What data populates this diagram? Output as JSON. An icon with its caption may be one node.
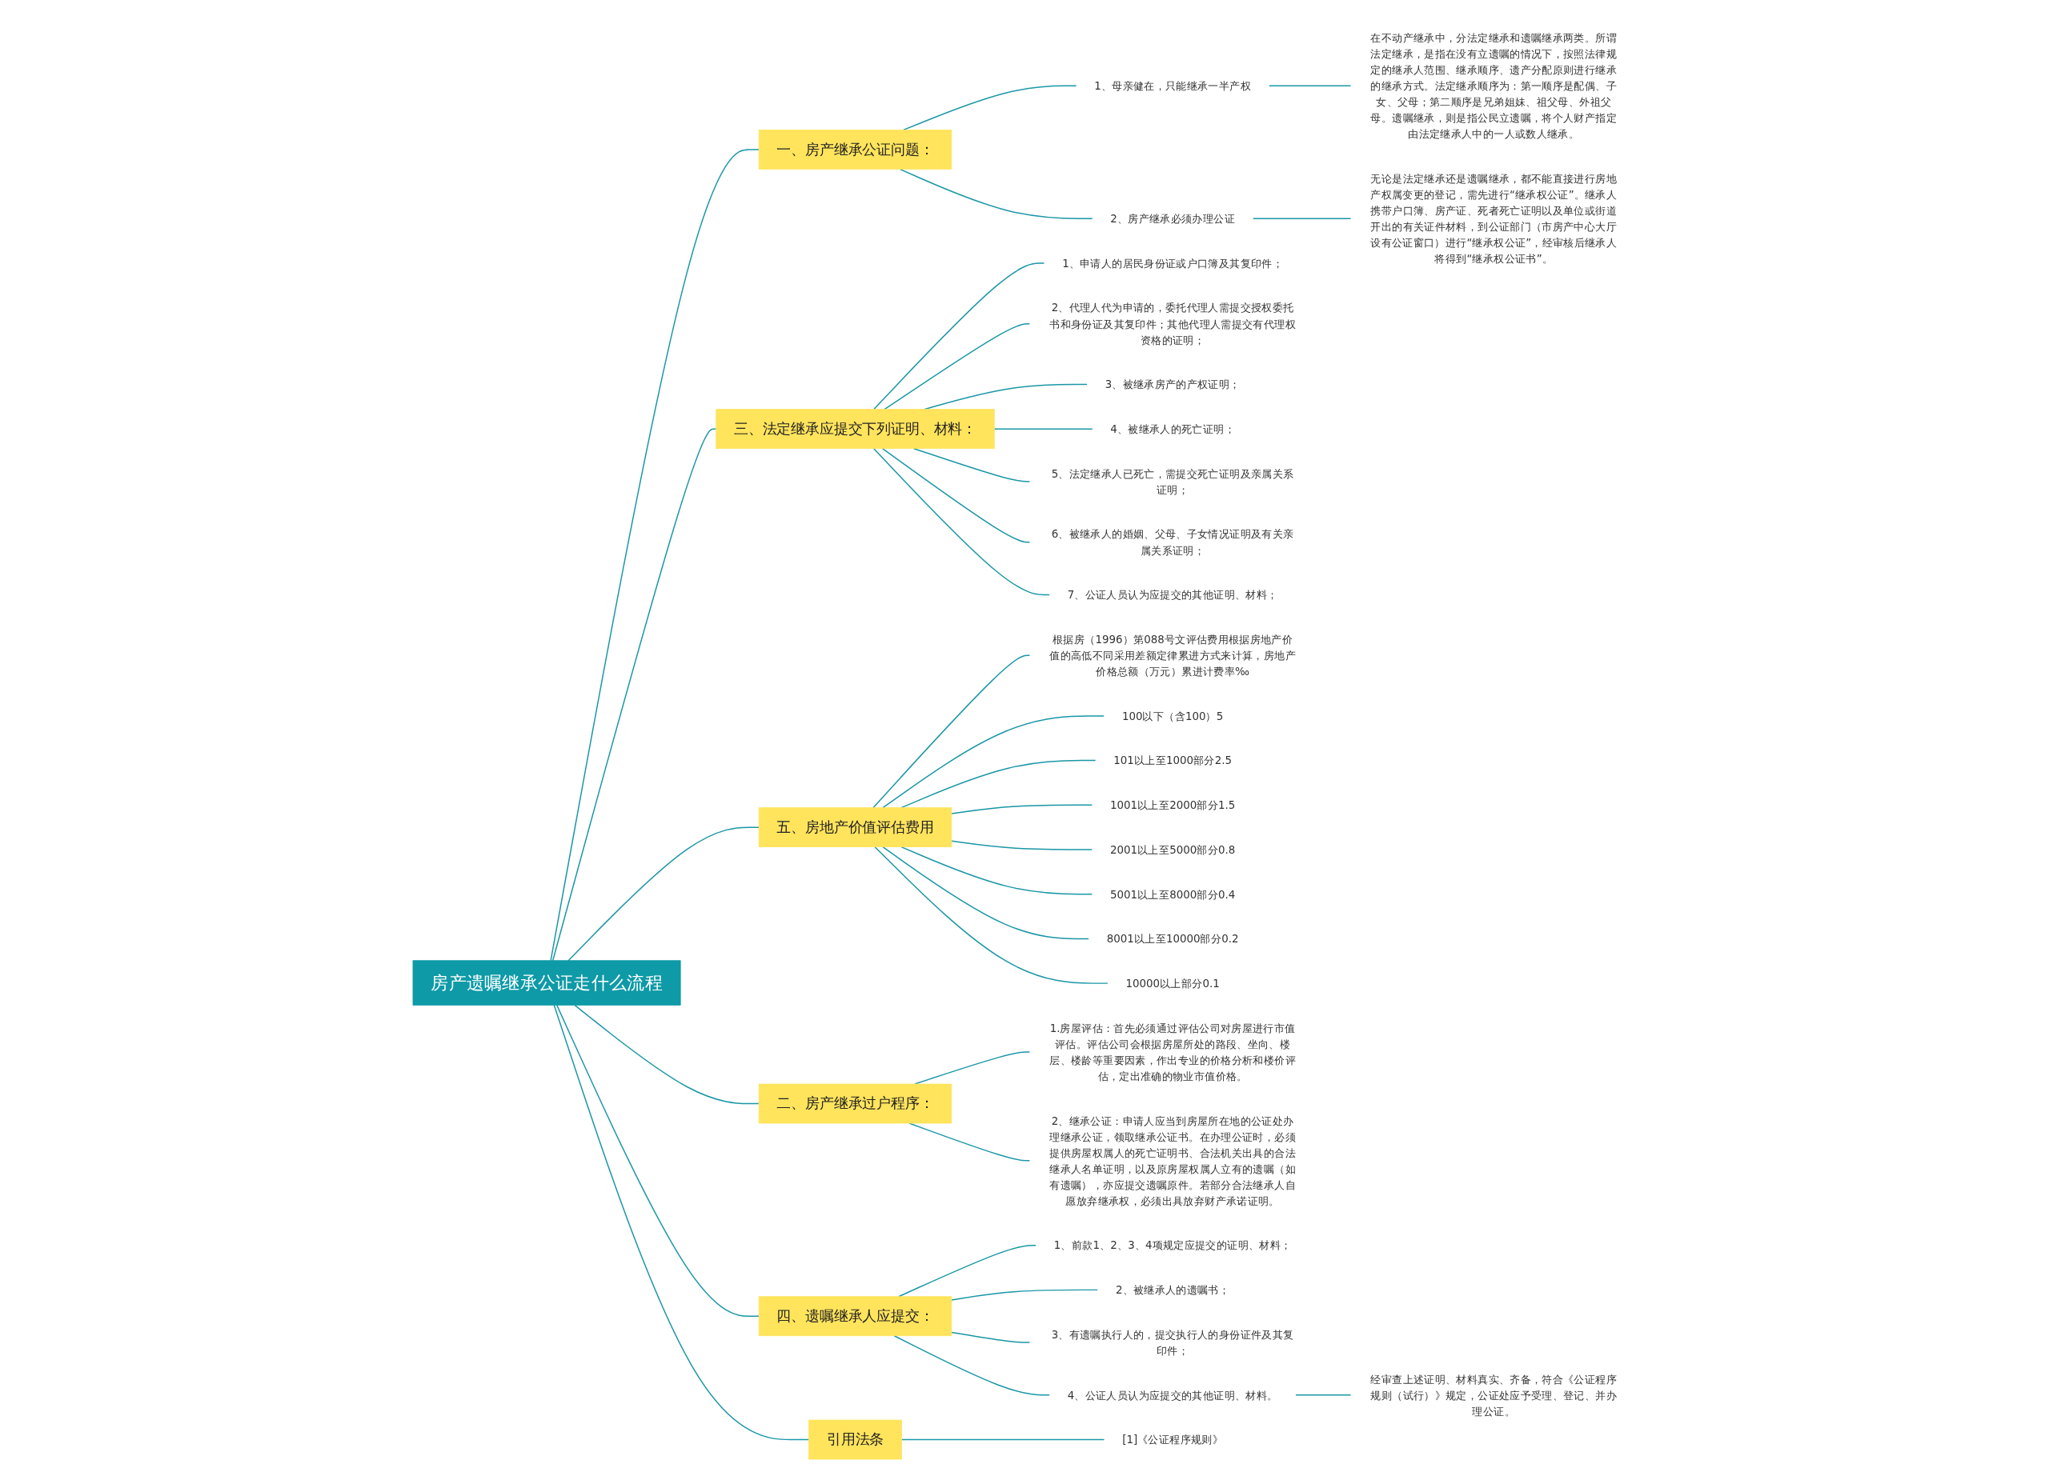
{
  "diagram": {
    "nodes": [
      {
        "text": [
          "房产遗嘱继承公证走什么流程"
        ]
      },
      {
        "text": [
          "一、房产继承公证问题："
        ]
      },
      {
        "text": [
          "1、母亲健在，只能继承一半产权"
        ]
      },
      {
        "text": [
          "在不动产继承中，分法定继承和遗嘱继承两类。所谓法定继承，是指在没有立遗嘱的情况下，按照法律规定的继承人范围、继承顺序、遗产分配原则进行继承的继承方式。法定继承顺序为：第一顺序是配偶、子女、父母；第二顺序是兄弟姐妹、祖父母、外祖父母。遗嘱继承，则是指公民立遗嘱，将个人财产指定由法定继承人中的一人或数人继承。"
        ]
      },
      {
        "text": [
          "2、房产继承必须办理公证"
        ]
      },
      {
        "text": [
          "无论是法定继承还是遗嘱继承，都不能直接进行房地产权属变更的登记，需先进行“继承权公证”。继承人携带户口簿、房产证、死者死亡证明以及单位或街道开出的有关证件材料，到公证部门（市房产中心大厅设有公证窗口）进行“继承权公证”，经审核后继承人将得到“继承权公证书”。"
        ]
      },
      {
        "text": [
          "三、法定继承应提交下列证明、材料："
        ]
      },
      {
        "text": [
          "1、申请人的居民身份证或户口簿及其复印件；"
        ]
      },
      {
        "text": [
          "2、代理人代为申请的，委托代理人需提交授权委托书和身份证及其复印件；其他代理人需提交有代理权资格的证明；"
        ]
      },
      {
        "text": [
          "3、被继承房产的产权证明；"
        ]
      },
      {
        "text": [
          "4、被继承人的死亡证明；"
        ]
      },
      {
        "text": [
          "5、法定继承人已死亡，需提交死亡证明及亲属关系证明；"
        ]
      },
      {
        "text": [
          "6、被继承人的婚姻、父母、子女情况证明及有关亲属关系证明；"
        ]
      },
      {
        "text": [
          "7、公证人员认为应提交的其他证明、材料；"
        ]
      },
      {
        "text": [
          "五、房地产价值评估费用"
        ]
      },
      {
        "text": [
          "根据房（1996）第088号文评估费用根据房地产价值的高低不同采用差额定律累进方式来计算，房地产价格总额（万元）累进计费率‰"
        ]
      },
      {
        "text": [
          "100以下（含100）5"
        ]
      },
      {
        "text": [
          "101以上至1000部分2.5"
        ]
      },
      {
        "text": [
          "1001以上至2000部分1.5"
        ]
      },
      {
        "text": [
          "2001以上至5000部分0.8"
        ]
      },
      {
        "text": [
          "5001以上至8000部分0.4"
        ]
      },
      {
        "text": [
          "8001以上至10000部分0.2"
        ]
      },
      {
        "text": [
          "10000以上部分0.1"
        ]
      },
      {
        "text": [
          "二、房产继承过户程序："
        ]
      },
      {
        "text": [
          "1.房屋评估：首先必须通过评估公司对房屋进行市值评估。评估公司会根据房屋所处的路段、坐向、楼层、楼龄等重要因素，作出专业的价格分析和楼价评估，定出准确的物业市值价格。"
        ]
      },
      {
        "text": [
          "2、继承公证：申请人应当到房屋所在地的公证处办理继承公证，领取继承公证书。在办理公证时，必须提供房屋权属人的死亡证明书、合法机关出具的合法继承人名单证明，以及原房屋权属人立有的遗嘱（如有遗嘱），亦应提交遗嘱原件。若部分合法继承人自愿放弃继承权，必须出具放弃财产承诺证明。"
        ]
      },
      {
        "text": [
          "四、遗嘱继承人应提交："
        ]
      },
      {
        "text": [
          "1、前款1、2、3、4项规定应提交的证明、材料；"
        ]
      },
      {
        "text": [
          "2、被继承人的遗嘱书；"
        ]
      },
      {
        "text": [
          "3、有遗嘱执行人的，提交执行人的身份证件及其复印件；"
        ]
      },
      {
        "text": [
          "4、公证人员认为应提交的其他证明、材料。"
        ]
      },
      {
        "text": [
          "经审查上述证明、材料真实、齐备，符合《公证程序规则（试行）》规定，公证处应予受理、登记、并办理公证。"
        ]
      },
      {
        "text": [
          "引用法条"
        ]
      },
      {
        "text": [
          "[1]《公证程序规则》"
        ]
      }
    ],
    "edges": [
      {
        "from": 0,
        "to": 1,
        "arrow": "none"
      },
      {
        "from": 1,
        "to": 2,
        "arrow": "none"
      },
      {
        "from": 2,
        "to": 3,
        "arrow": "none"
      },
      {
        "from": 1,
        "to": 4,
        "arrow": "none"
      },
      {
        "from": 4,
        "to": 5,
        "arrow": "none"
      },
      {
        "from": 0,
        "to": 6,
        "arrow": "none"
      },
      {
        "from": 6,
        "to": 7,
        "arrow": "none"
      },
      {
        "from": 6,
        "to": 8,
        "arrow": "none"
      },
      {
        "from": 6,
        "to": 9,
        "arrow": "none"
      },
      {
        "from": 6,
        "to": 10,
        "arrow": "none"
      },
      {
        "from": 6,
        "to": 11,
        "arrow": "none"
      },
      {
        "from": 6,
        "to": 12,
        "arrow": "none"
      },
      {
        "from": 6,
        "to": 13,
        "arrow": "none"
      },
      {
        "from": 0,
        "to": 14,
        "arrow": "none"
      },
      {
        "from": 14,
        "to": 15,
        "arrow": "none"
      },
      {
        "from": 14,
        "to": 16,
        "arrow": "none"
      },
      {
        "from": 14,
        "to": 17,
        "arrow": "none"
      },
      {
        "from": 14,
        "to": 18,
        "arrow": "none"
      },
      {
        "from": 14,
        "to": 19,
        "arrow": "none"
      },
      {
        "from": 14,
        "to": 20,
        "arrow": "none"
      },
      {
        "from": 14,
        "to": 21,
        "arrow": "none"
      },
      {
        "from": 14,
        "to": 22,
        "arrow": "none"
      },
      {
        "from": 0,
        "to": 23,
        "arrow": "none"
      },
      {
        "from": 23,
        "to": 24,
        "arrow": "none"
      },
      {
        "from": 23,
        "to": 25,
        "arrow": "none"
      },
      {
        "from": 0,
        "to": 26,
        "arrow": "none"
      },
      {
        "from": 26,
        "to": 27,
        "arrow": "none"
      },
      {
        "from": 26,
        "to": 28,
        "arrow": "none"
      },
      {
        "from": 26,
        "to": 29,
        "arrow": "none"
      },
      {
        "from": 26,
        "to": 30,
        "arrow": "none"
      },
      {
        "from": 30,
        "to": 31,
        "arrow": "none"
      },
      {
        "from": 0,
        "to": 32,
        "arrow": "none"
      },
      {
        "from": 32,
        "to": 33,
        "arrow": "none"
      }
    ]
  }
}
